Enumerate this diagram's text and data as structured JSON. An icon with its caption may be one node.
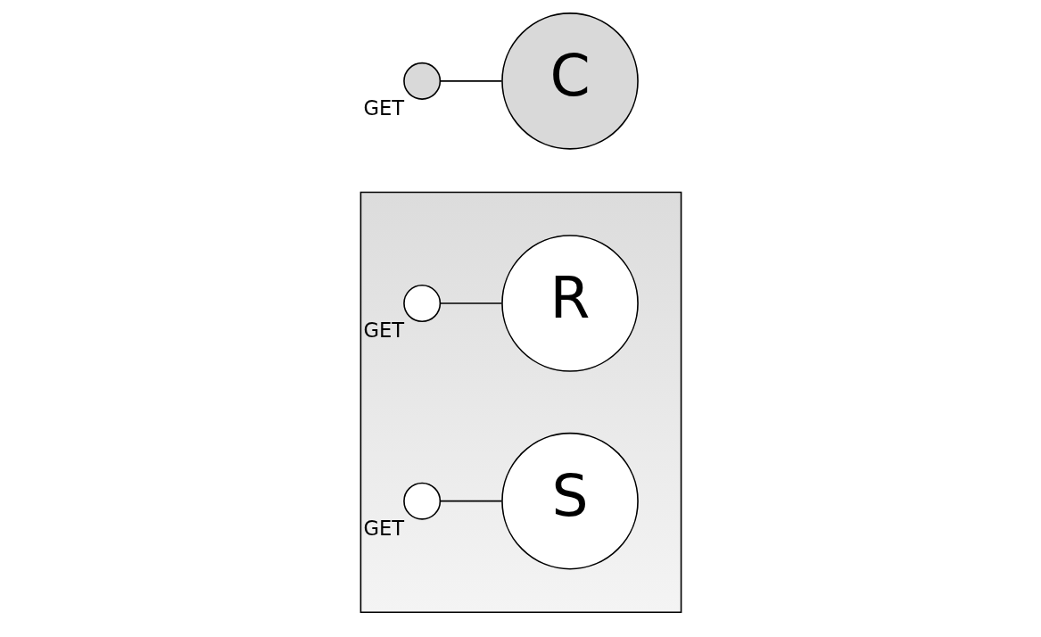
{
  "diagram": {
    "nodes": [
      {
        "text": [],
        "shape": "box"
      },
      {
        "text": [],
        "shape": "circle",
        "beside": [
          "GET"
        ]
      },
      {
        "text": [
          "C"
        ]
      },
      {
        "text": [],
        "shape": "circle",
        "beside": [
          "GET"
        ],
        "in": 0
      },
      {
        "text": [
          "R"
        ],
        "in": 0
      },
      {
        "text": [],
        "shape": "circle",
        "beside": [
          "GET"
        ],
        "in": 0
      },
      {
        "text": [
          "S"
        ],
        "in": 0
      }
    ],
    "edges": [
      {
        "from": 1,
        "to": 2,
        "arrow": "none"
      },
      {
        "from": 3,
        "to": 4,
        "arrow": "none"
      },
      {
        "from": 5,
        "to": 6,
        "arrow": "none"
      }
    ]
  }
}
